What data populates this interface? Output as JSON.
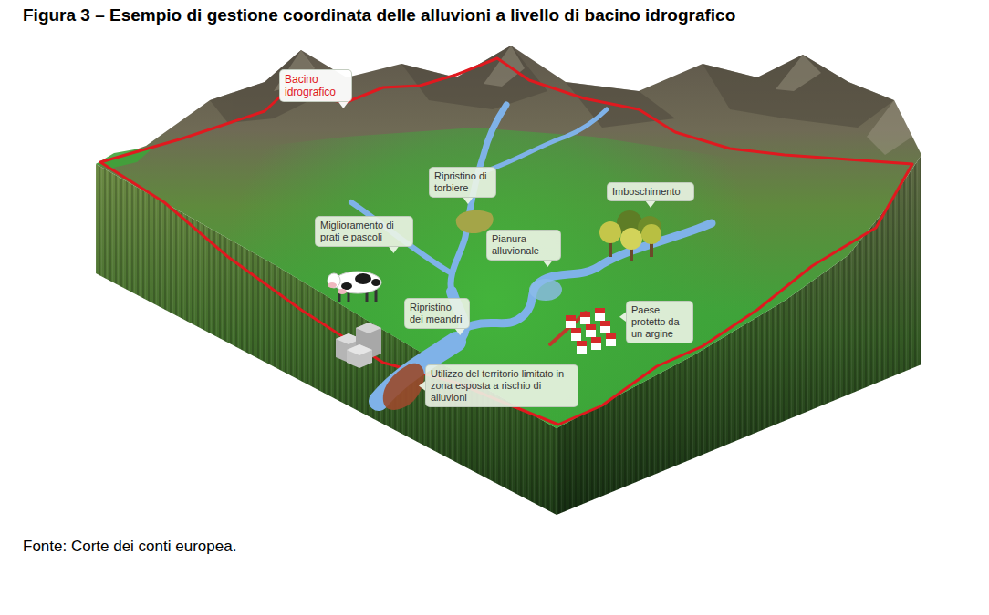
{
  "diagram": {
    "title": "Figura 3 – Esempio di gestione coordinata delle alluvioni a livello di bacino idrografico",
    "caption": "Fonte: Corte dei conti europea.",
    "nodes": [
      {
        "text": [
          "Bacino idrografico"
        ]
      },
      {
        "text": [
          "Ripristino di torbiere"
        ]
      },
      {
        "text": [
          "Imboschimento"
        ]
      },
      {
        "text": [
          "Miglioramento di prati e pascoli"
        ]
      },
      {
        "text": [
          "Pianura alluvionale"
        ]
      },
      {
        "text": [
          "Ripristino dei meandri"
        ]
      },
      {
        "text": [
          "Paese protetto da un argine"
        ]
      },
      {
        "text": [
          "Utilizzo del territorio limitato in zona esposta a rischio di alluvioni"
        ]
      }
    ]
  }
}
